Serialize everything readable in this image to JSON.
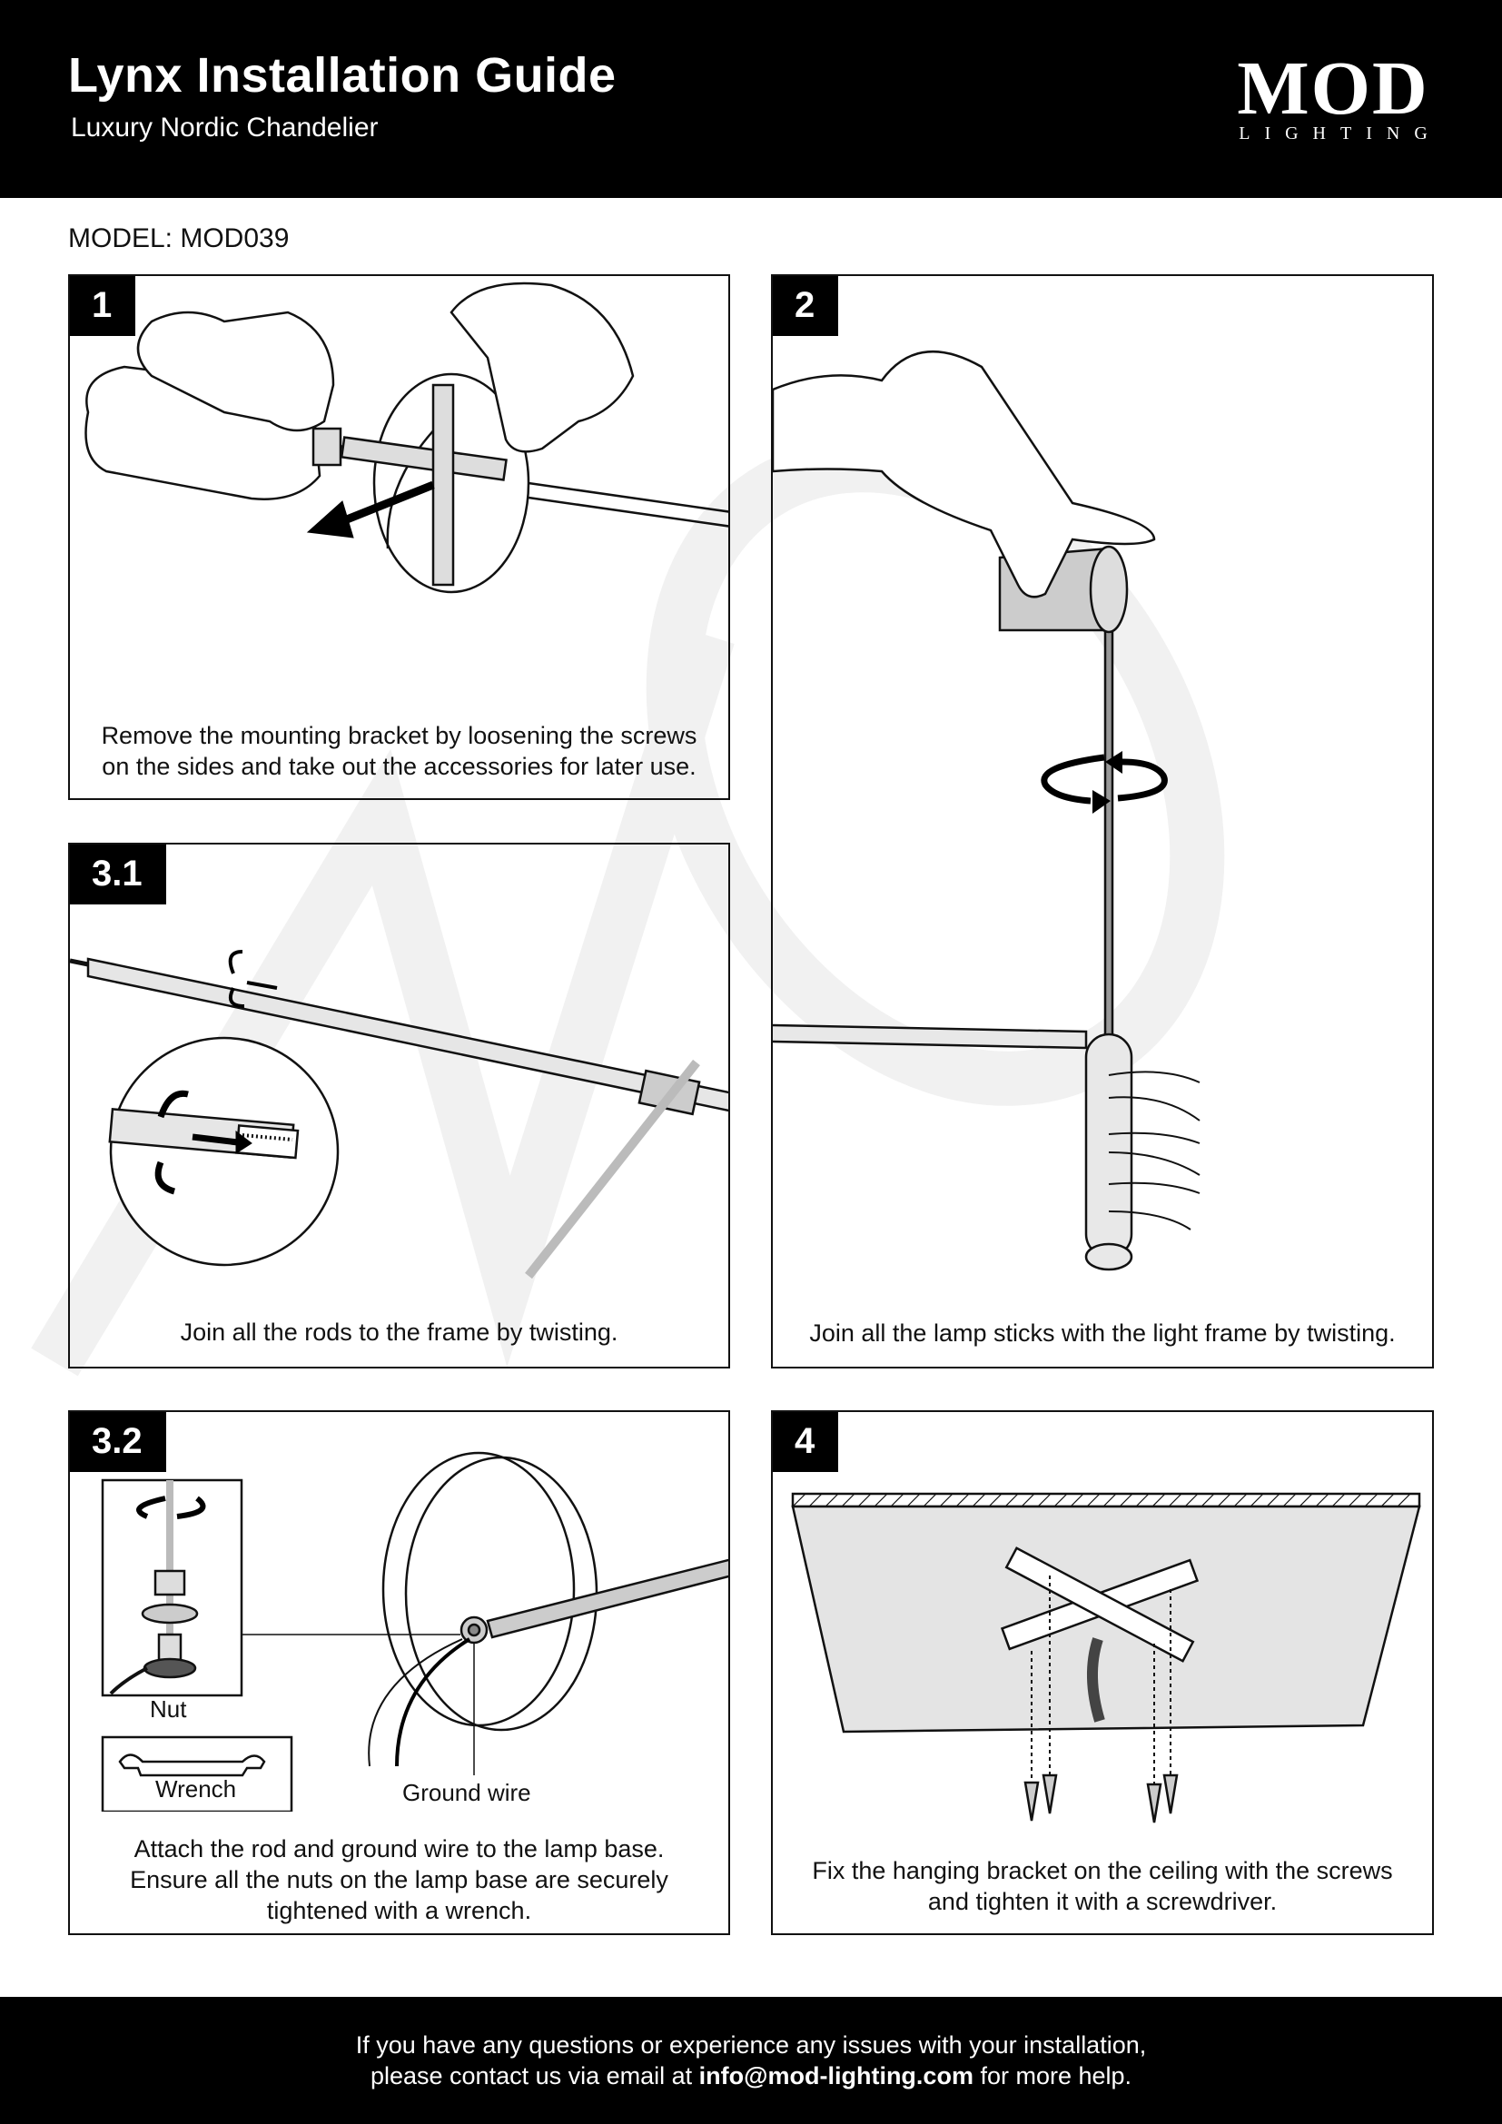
{
  "header": {
    "title": "Lynx Installation Guide",
    "subtitle": "Luxury Nordic Chandelier",
    "logo_main": "MOD",
    "logo_sub": "LIGHTING"
  },
  "model": "MODEL: MOD039",
  "panels": [
    {
      "num": "1",
      "caption": "Remove the mounting bracket by loosening the screws on the sides and take out the accessories for later use."
    },
    {
      "num": "2",
      "caption": "Join all the lamp sticks with the light frame by twisting."
    },
    {
      "num": "3.1",
      "caption": "Join all the rods to the frame by twisting."
    },
    {
      "num": "3.2",
      "caption_l1": "Attach the rod and ground wire to the lamp base.",
      "caption_l2": "Ensure all the nuts on the lamp base are securely",
      "caption_l3": "tightened with a wrench.",
      "labels": {
        "nut": "Nut",
        "wrench": "Wrench",
        "ground": "Ground wire"
      }
    },
    {
      "num": "4",
      "caption_l1": "Fix the hanging bracket on the ceiling with the screws",
      "caption_l2": "and tighten it with a screwdriver."
    }
  ],
  "footer": {
    "line1": "If you have any questions or experience any issues with your installation,",
    "line2_pre": "please contact us via email at ",
    "email": "info@mod-lighting.com",
    "line2_post": " for more help."
  },
  "colors": {
    "ink": "#111111",
    "header_bg": "#000000",
    "panel_fill": "#e4e4e4"
  }
}
